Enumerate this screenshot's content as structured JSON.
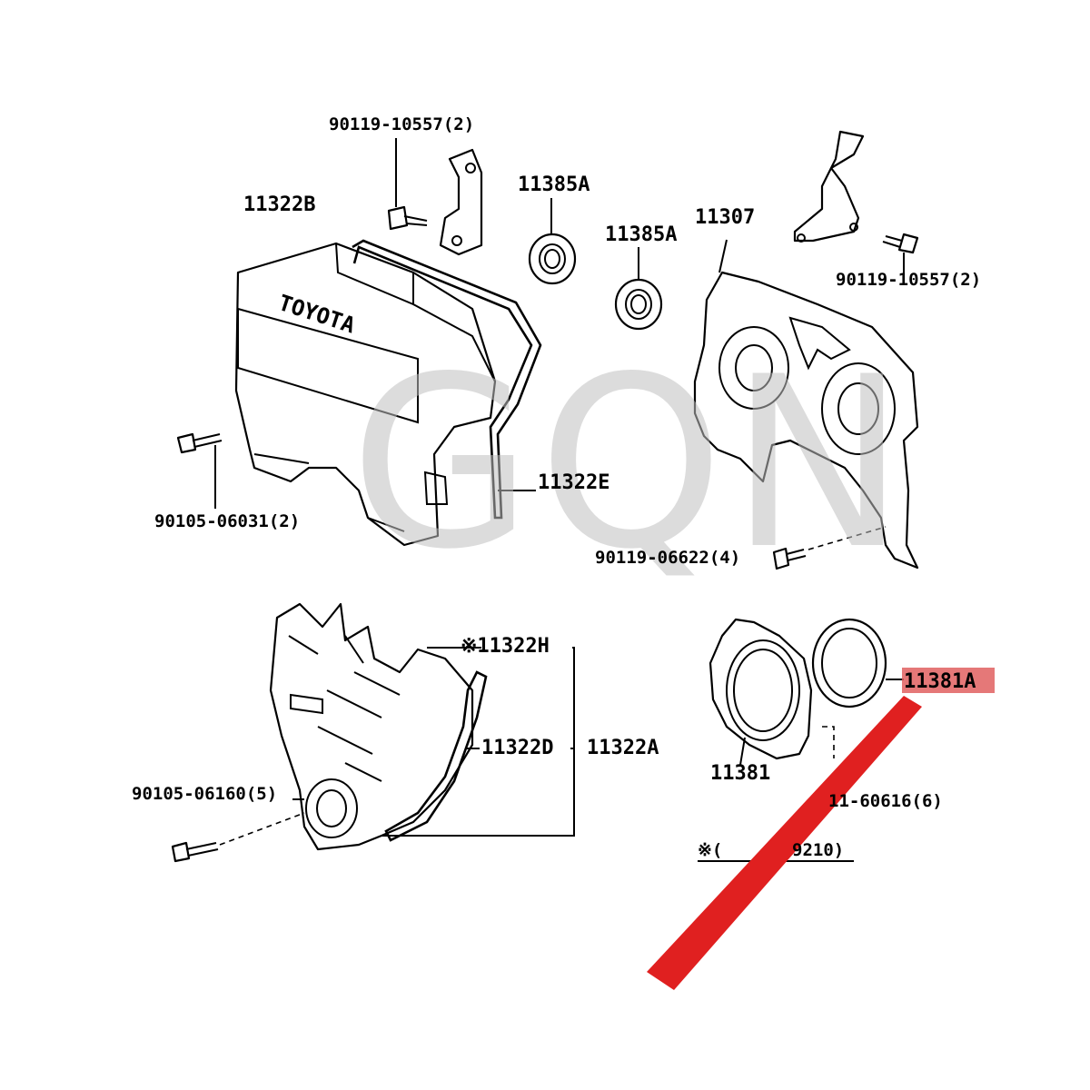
{
  "watermark": "GQN",
  "labels": {
    "bolt_top_left": "90119-10557(2)",
    "cover_upper": "11322B",
    "seal_a1": "11385A",
    "seal_a2": "11385A",
    "plate_rear": "11307",
    "bolt_top_right": "90119-10557(2)",
    "gasket_e": "11322E",
    "bolt_left": "90105-06031(2)",
    "bolt_plate": "90119-06622(4)",
    "cover_h": "※11322H",
    "cover_d": "11322D",
    "cover_a": "11322A",
    "bolt_lower": "90105-06160(5)",
    "oil_seal": "11381A",
    "retainer": "11381",
    "bolt_retainer": "11-60616(6)",
    "note": "※(",
    "note_tail": "9210)",
    "logo_text": "TOYOTA"
  },
  "highlight": {
    "part": "11381A",
    "color": "#e02020"
  }
}
